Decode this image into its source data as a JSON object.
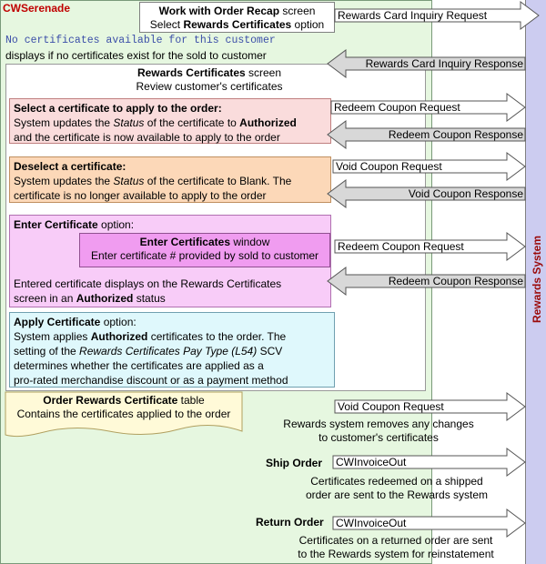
{
  "app_title": "CWSerenade",
  "recap": {
    "title_bold": "Work with Order Recap",
    "title_rest": " screen",
    "line2_pre": "Select ",
    "line2_bold": "Rewards Certificates",
    "line2_post": " option"
  },
  "no_certs": {
    "mono": "No certificates available for this customer",
    "note": "displays if no certificates exist for the sold to customer"
  },
  "rewards_screen": {
    "bold": "Rewards Certificates",
    "rest": " screen",
    "line2": "Review customer's certificates"
  },
  "select_box": {
    "title": "Select a certificate to apply to the order:",
    "l1a": "System updates the ",
    "l1b": "Status",
    "l1c": " of the certificate to ",
    "l1d": "Authorized",
    "l2": "and the certificate is now available to apply to the order"
  },
  "deselect_box": {
    "title": "Deselect a certificate:",
    "l1a": "System updates the ",
    "l1b": "Status",
    "l1c": " of the certificate to Blank. The",
    "l2": "certificate is no longer available to apply to the order"
  },
  "enter_box": {
    "title_bold": "Enter Certificate",
    "title_rest": " option:",
    "win_bold": "Enter Certificates",
    "win_rest": " window",
    "win_line2": "Enter certificate # provided by sold to customer",
    "l1": "Entered certificate displays on the Rewards Certificates",
    "l2a": "screen in an ",
    "l2b": "Authorized",
    "l2c": " status"
  },
  "apply_box": {
    "title_bold": "Apply Certificate",
    "title_rest": " option:",
    "l1a": "System applies ",
    "l1b": "Authorized",
    "l1c": " certificates to the order. The",
    "l2a": "setting of the ",
    "l2b": "Rewards Certificates Pay Type (L54)",
    "l2c": " SCV",
    "l3": "determines whether the certificates are applied as a",
    "l4": "pro-rated merchandise discount or as a payment method"
  },
  "order_table": {
    "bold": "Order Rewards Certificate",
    "rest": " table",
    "line2": "Contains the certificates applied to the order"
  },
  "void_note": {
    "l1": "Rewards system removes any changes",
    "l2": "to customer's certificates"
  },
  "ship": {
    "label": "Ship Order",
    "note1": "Certificates redeemed on a shipped",
    "note2": "order are sent to the Rewards system"
  },
  "ret": {
    "label": "Return Order",
    "note1": "Certificates on a returned order are sent",
    "note2": "to the Rewards system for reinstatement"
  },
  "arrows": [
    {
      "label": "Rewards Card Inquiry Request",
      "dir": "right"
    },
    {
      "label": "Rewards Card Inquiry Response",
      "dir": "left"
    },
    {
      "label": "Redeem Coupon Request",
      "dir": "right"
    },
    {
      "label": "Redeem Coupon Response",
      "dir": "left"
    },
    {
      "label": "Void Coupon Request",
      "dir": "right"
    },
    {
      "label": "Void Coupon Response",
      "dir": "left"
    },
    {
      "label": "Redeem Coupon Request",
      "dir": "right"
    },
    {
      "label": "Redeem Coupon Response",
      "dir": "left"
    },
    {
      "label": "Void Coupon Request",
      "dir": "right"
    },
    {
      "label": "CWInvoiceOut",
      "dir": "right"
    },
    {
      "label": "CWInvoiceOut",
      "dir": "right"
    }
  ],
  "system_label": "Rewards System",
  "colors": {
    "app": "#c00000",
    "system": "#9b0a0a",
    "right_arrow": "#ffffff",
    "left_arrow": "#d8d8d8",
    "green_panel": "#e6f7e0"
  }
}
